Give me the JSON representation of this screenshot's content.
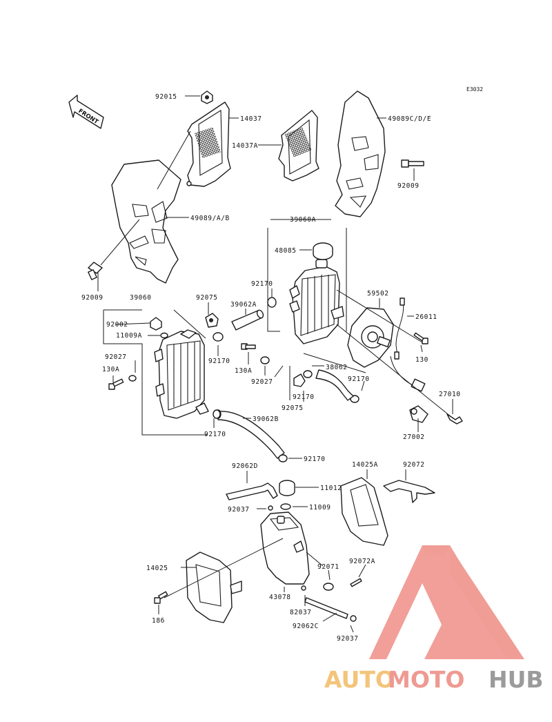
{
  "diagram_code": "E3032",
  "front_label": "FRONT",
  "labels": {
    "l_92015": "92015",
    "l_14037": "14037",
    "l_14037A": "14037A",
    "l_49089CDE": "49089C/D/E",
    "l_92009_r": "92009",
    "l_49089AB": "49089/A/B",
    "l_92009_l": "92009",
    "l_39060A": "39060A",
    "l_48085": "48085",
    "l_92170_a": "92170",
    "l_39062A": "39062A",
    "l_59502": "59502",
    "l_26011": "26011",
    "l_130_r": "130",
    "l_39060": "39060",
    "l_92075_a": "92075",
    "l_92002": "92002",
    "l_11009A": "11009A",
    "l_92170_b": "92170",
    "l_92027_a": "92027",
    "l_130A_l": "130A",
    "l_130A_m": "130A",
    "l_92027_b": "92027",
    "l_38062": "38062",
    "l_92170_c": "92170",
    "l_92170_d": "92170",
    "l_92075_b": "92075",
    "l_27010": "27010",
    "l_92170_e": "92170",
    "l_39062B": "39062B",
    "l_27002": "27002",
    "l_92170_f": "92170",
    "l_92062D": "92062D",
    "l_14025A": "14025A",
    "l_92072": "92072",
    "l_11012": "11012",
    "l_92037_a": "92037",
    "l_11009": "11009",
    "l_14025": "14025",
    "l_92071": "92071",
    "l_92072A": "92072A",
    "l_43078": "43078",
    "l_186": "186",
    "l_82037": "82037",
    "l_92062C": "92062C",
    "l_92037_b": "92037"
  },
  "watermark": {
    "part1": "AUTO",
    "part2": "MOTO",
    "part3": "HUB",
    "color_auto": "#f3c47a",
    "color_moto": "#ee9a92",
    "color_hub": "#9b9b9b",
    "logo_color": "#ee8c84"
  }
}
